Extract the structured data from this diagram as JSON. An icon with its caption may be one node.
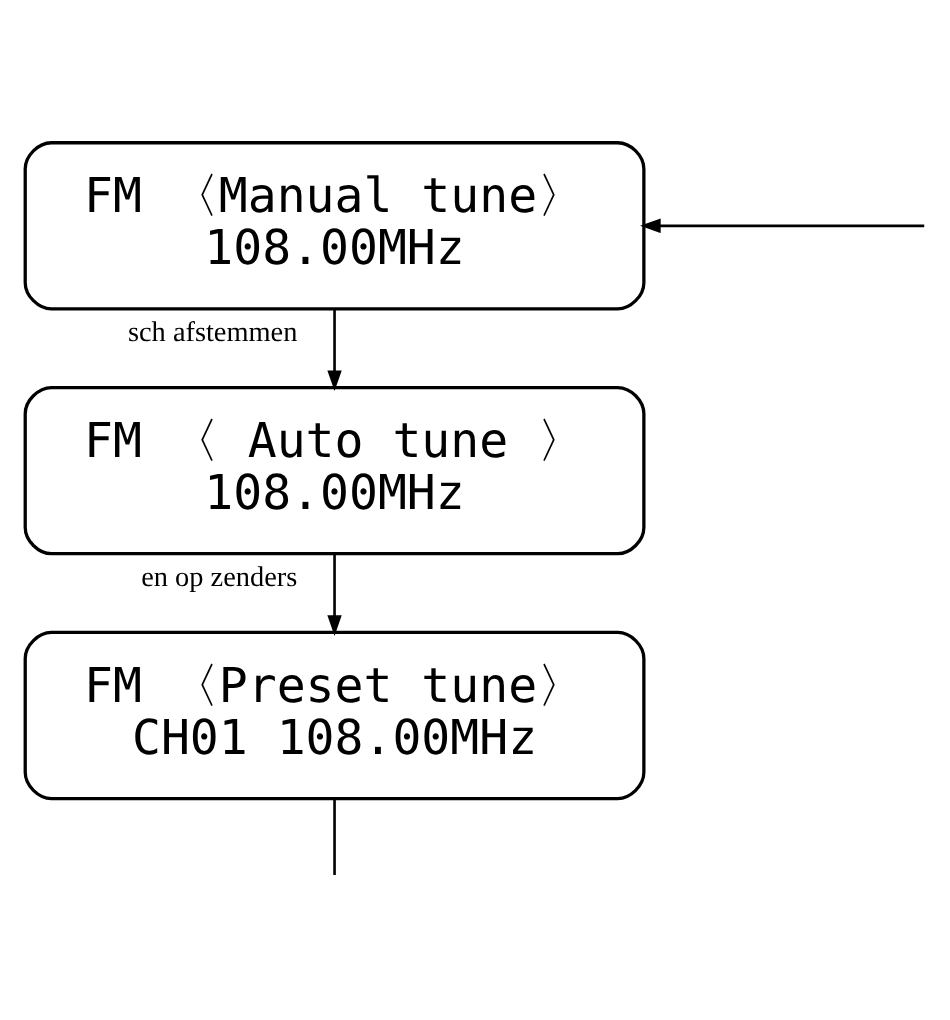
{
  "diagram": {
    "nodes": [
      {
        "text": [
          "FM 〈Manual tune〉",
          "108.00MHz"
        ]
      },
      {
        "text": [
          "FM 〈 Auto tune 〉",
          "108.00MHz"
        ]
      },
      {
        "text": [
          "FM 〈Preset tune〉",
          "CH01 108.00MHz"
        ]
      }
    ],
    "edges": [
      {
        "from": null,
        "to": 0,
        "arrow": "to"
      },
      {
        "from": 0,
        "to": 1,
        "arrow": "to",
        "label": "sch afstemmen"
      },
      {
        "from": 1,
        "to": 2,
        "arrow": "to",
        "label": "en op zenders"
      },
      {
        "from": 2,
        "to": null,
        "arrow": "none"
      }
    ]
  }
}
